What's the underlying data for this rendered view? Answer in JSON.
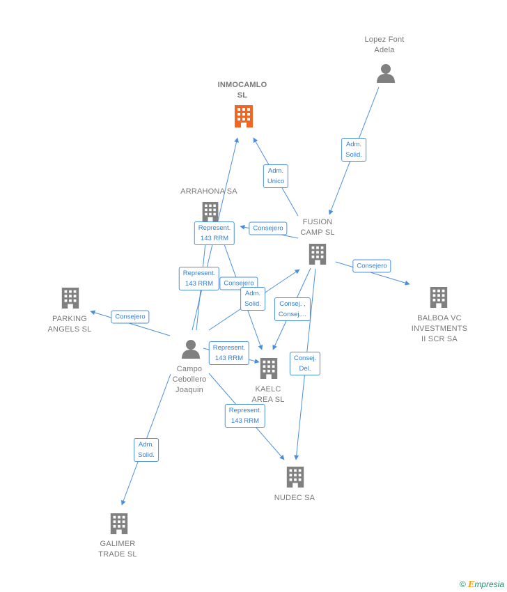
{
  "colors": {
    "edge": "#4a8fdc",
    "node": "#808080",
    "highlight": "#f26522"
  },
  "nodes": {
    "lopez": {
      "label": "Lopez Font\nAdela",
      "icon": "person-icon"
    },
    "inmocamlo": {
      "label": "INMOCAMLO\nSL",
      "icon": "building-icon"
    },
    "arrahona": {
      "label": "ARRAHONA SA",
      "icon": "building-icon"
    },
    "fusion": {
      "label": "FUSION\nCAMP  SL",
      "icon": "building-icon"
    },
    "parking": {
      "label": "PARKING\nANGELS SL",
      "icon": "building-icon"
    },
    "balboa": {
      "label": "BALBOA VC\nINVESTMENTS\nII SCR SA",
      "icon": "building-icon"
    },
    "campo": {
      "label": "Campo\nCebollero\nJoaquin",
      "icon": "person-icon"
    },
    "kaelc": {
      "label": "KAELC\nAREA SL",
      "icon": "building-icon"
    },
    "nudec": {
      "label": "NUDEC SA",
      "icon": "building-icon"
    },
    "galimer": {
      "label": "GALIMER\nTRADE  SL",
      "icon": "building-icon"
    }
  },
  "edges": {
    "lopez_fusion": "Adm.\nSolid.",
    "fusion_inmocamlo": "Adm.\nUnico",
    "fusion_arrahona": "Consejero",
    "campo_inmocamlo": "Represent.\n143 RRM",
    "campo_arrahona": "Represent.\n143 RRM",
    "arrahona_kaelc": "Consejero",
    "campo_fusion": "Adm.\nSolid.",
    "fusion_balboa": "Consejero",
    "fusion_kaelc": "Consej. ,\nConsej....",
    "campo_parking": "Consejero",
    "campo_kaelc": "Represent.\n143 RRM",
    "fusion_nudec": "Consej.\nDel.",
    "campo_nudec": "Represent.\n143 RRM",
    "campo_galimer": "Adm.\nSolid."
  },
  "footer": {
    "copyright": "©",
    "brand_initial": "E",
    "brand_rest": "mpresia"
  }
}
